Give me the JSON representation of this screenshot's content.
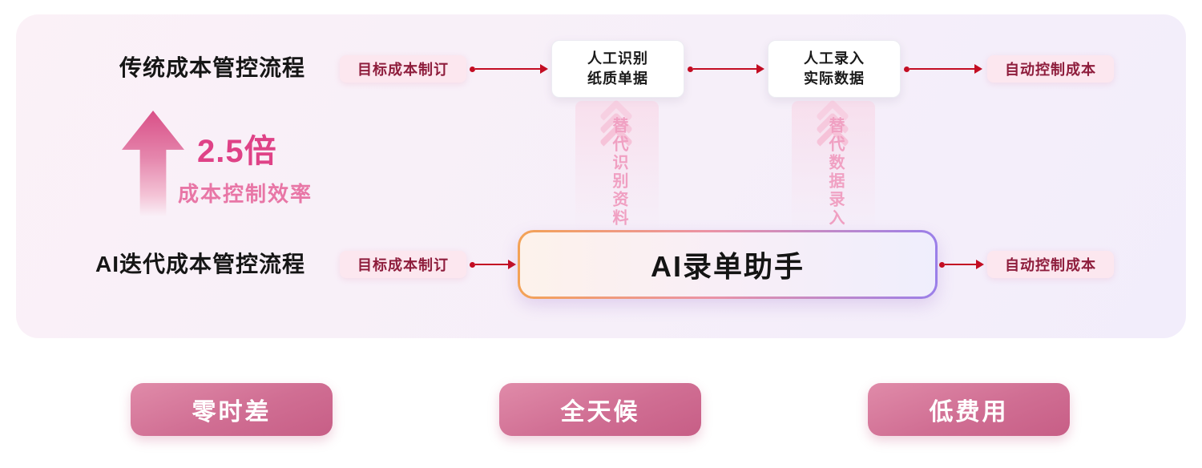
{
  "card": {
    "top_flow": {
      "label": "传统成本管控流程",
      "pill_start": "目标成本制订",
      "box1_line1": "人工识别",
      "box1_line2": "纸质单据",
      "box2_line1": "人工录入",
      "box2_line2": "实际数据",
      "pill_end": "自动控制成本"
    },
    "metric": {
      "value": "2.5倍",
      "label": "成本控制效率"
    },
    "replace1": "替代识别资料",
    "replace2": "替代数据录入",
    "bottom_flow": {
      "label": "AI迭代成本管控流程",
      "pill_start": "目标成本制订",
      "ai_box": "AI录单助手",
      "pill_end": "自动控制成本"
    }
  },
  "badges": {
    "b1": "零时差",
    "b2": "全天候",
    "b3": "低费用"
  },
  "colors": {
    "arrow_red": "#c30d23",
    "metric_pink": "#df4287",
    "pill_bg": "#fce7ef",
    "pill_text": "#8e1d3c",
    "badge_pink": "#cf6b90",
    "ai_border_left": "#f3a256",
    "ai_border_right": "#9a7fe9"
  }
}
